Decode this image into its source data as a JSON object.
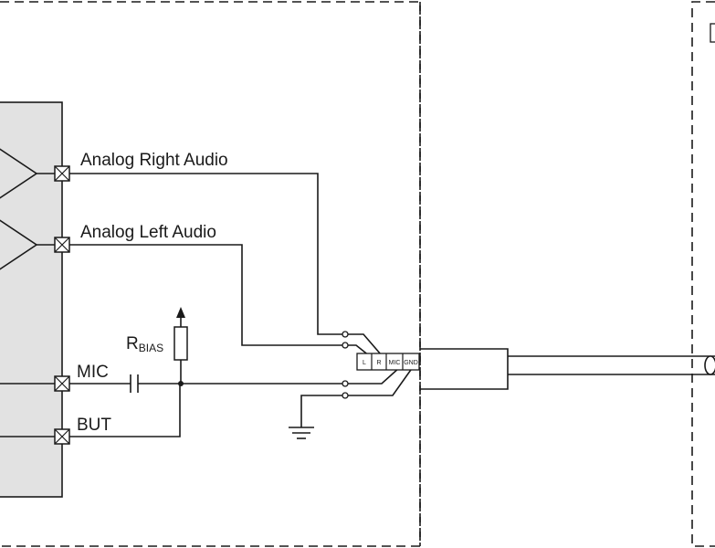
{
  "labels": {
    "analog_right": "Analog Right Audio",
    "analog_left": "Analog Left Audio",
    "rbias_main": "R",
    "rbias_sub": "BIAS",
    "mic": "MIC",
    "but": "BUT"
  },
  "jack_pins": {
    "l": "L",
    "r": "R",
    "mic": "MIC",
    "gnd": "GND"
  }
}
